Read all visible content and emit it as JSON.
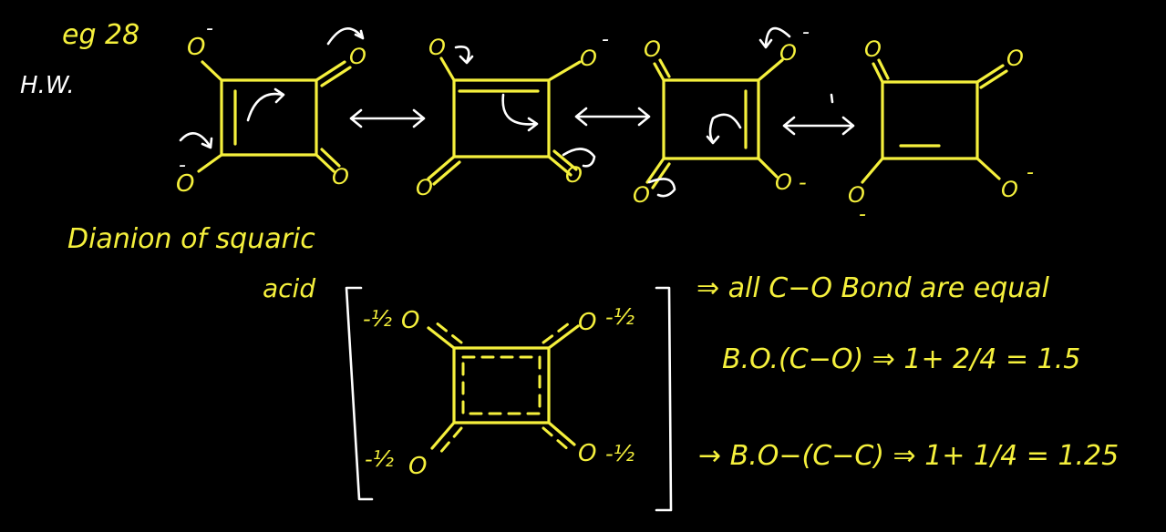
{
  "colors": {
    "background": "#000000",
    "ink_yellow": "#f5f03c",
    "ink_white": "#ffffff"
  },
  "header": {
    "example": "eg 28",
    "hw": "H.W."
  },
  "resonance": {
    "arrow_icon": "double-headed-resonance-arrow",
    "atom_O": "O",
    "charge_minus": "-"
  },
  "caption": {
    "line1": "Dianion of squaric",
    "line2": "acid"
  },
  "hybrid": {
    "partial_charge": "-½",
    "atom_O": "O"
  },
  "notes": {
    "line1": "⇒ all C−O Bond are equal",
    "line2": "B.O.(C−O) ⇒ 1+ 2/4 = 1.5",
    "line3": "→ B.O−(C−C) ⇒ 1+ 1/4 = 1.25"
  }
}
